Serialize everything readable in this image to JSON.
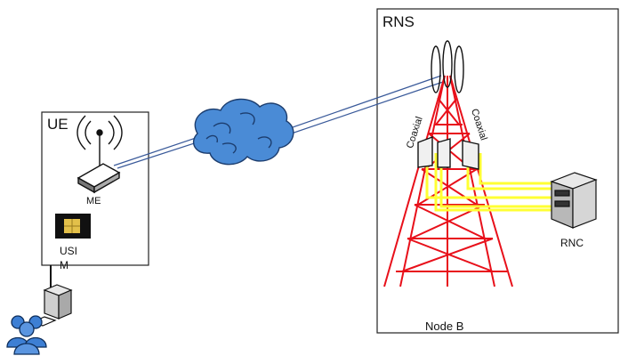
{
  "boxes": {
    "ue": {
      "title": "UE"
    },
    "rns": {
      "title": "RNS"
    }
  },
  "labels": {
    "me": "ME",
    "usim": "USI M",
    "rnc": "RNC",
    "node_b": "Node B",
    "coaxial_left": "Coaxial",
    "coaxial_right": "Coaxial"
  },
  "colors": {
    "tower": "#e8101a",
    "cable": "#ffff33",
    "link": "#3a5a9a",
    "cloud": "#4a8bd6",
    "box_border": "#222222"
  }
}
